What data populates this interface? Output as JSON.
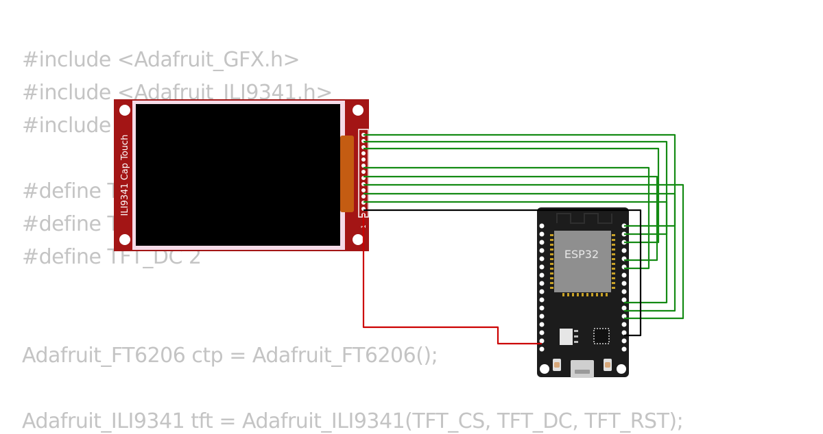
{
  "code": {
    "lines": [
      "#include <Adafruit_GFX.h>",
      "#include <Adafruit_ILI9341.h>",
      "#include",
      "#define T",
      "#define T",
      "#define TFT_DC 2",
      "Adafruit_FT6206 ctp = Adafruit_FT6206();",
      "Adafruit_ILI9341 tft = Adafruit_ILI9341(TFT_CS, TFT_DC, TFT_RST);"
    ]
  },
  "display": {
    "side_label": "ILI9341 Cap Touch",
    "pin_one_label": "1"
  },
  "board": {
    "chip_label": "ESP32"
  },
  "colors": {
    "code_text": "#c4c4c4",
    "module_pcb": "#a31515",
    "screen": "#000000",
    "bezel": "#f5dbe8",
    "flex": "#c45c12",
    "board_pcb": "#1c1c1c",
    "chip": "#8f8f8f",
    "wire_signal": "#138a13",
    "wire_ground": "#000000",
    "wire_power": "#cc0000"
  }
}
